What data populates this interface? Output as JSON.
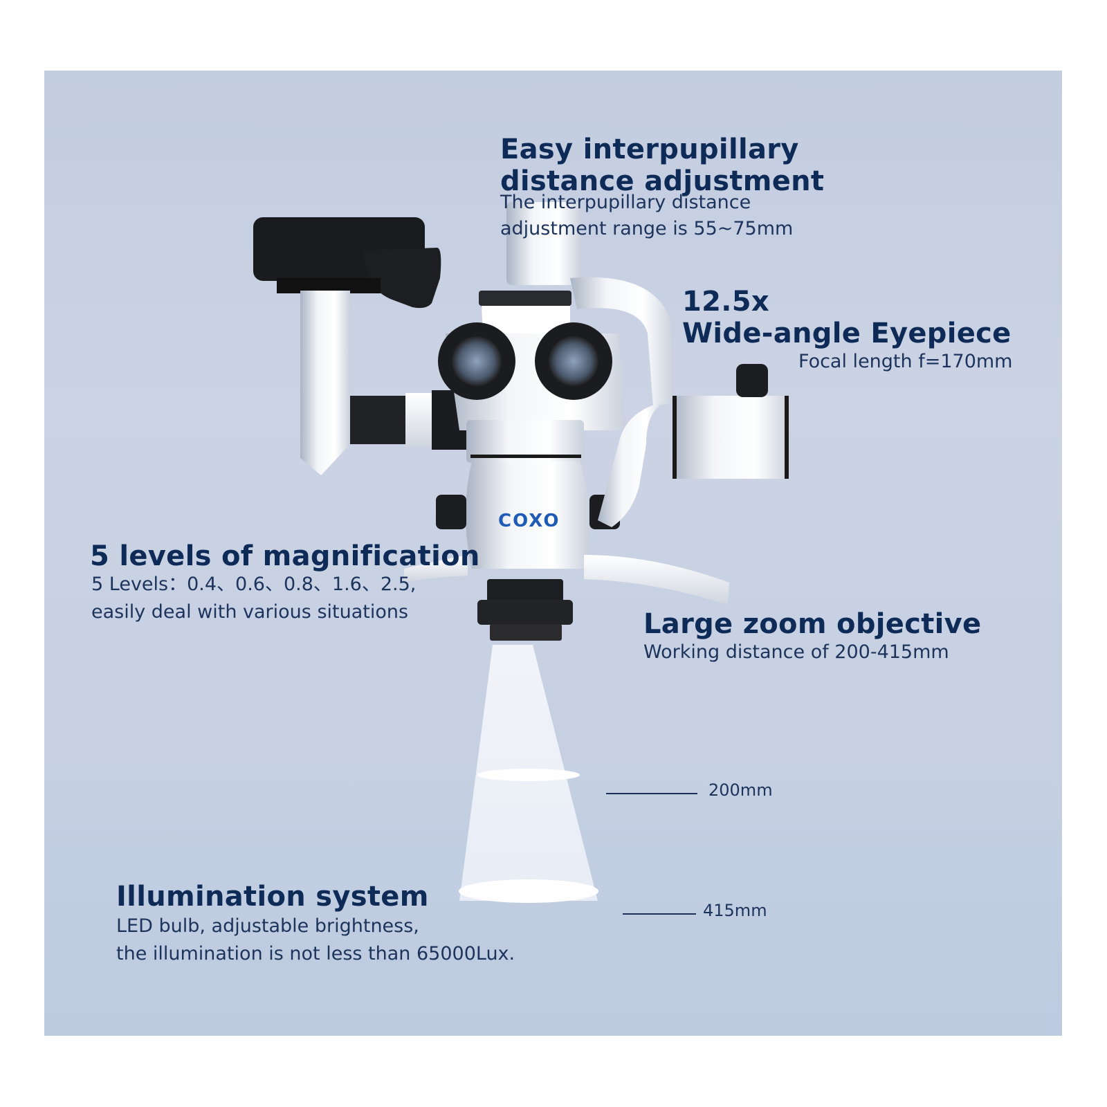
{
  "brand": {
    "logo_text": "COXO",
    "logo_color": "#1f5bb5"
  },
  "colors": {
    "panel_bg": "#c6d0e2",
    "heading": "#0e2a57",
    "body_text": "#1c335c"
  },
  "features": {
    "interpupillary": {
      "title_line1": "Easy interpupillary",
      "title_line2": "distance adjustment",
      "desc_line1": "The interpupillary distance",
      "desc_line2": "adjustment range is 55~75mm"
    },
    "eyepiece": {
      "title_line1": "12.5x",
      "title_line2": "Wide-angle Eyepiece",
      "desc_line1": "Focal length f=170mm"
    },
    "magnification": {
      "title_line1": "5 levels of magnification",
      "desc_line1": "5 Levels：0.4、0.6、0.8、1.6、2.5,",
      "desc_line2": "easily deal with various situations"
    },
    "objective": {
      "title_line1": "Large zoom objective",
      "desc_line1": "Working distance of 200-415mm"
    },
    "illumination": {
      "title_line1": "Illumination system",
      "desc_line1": "LED bulb, adjustable brightness,",
      "desc_line2": "the illumination is not less than 65000Lux."
    }
  },
  "distance_markers": [
    {
      "label": "200mm"
    },
    {
      "label": "415mm"
    }
  ]
}
